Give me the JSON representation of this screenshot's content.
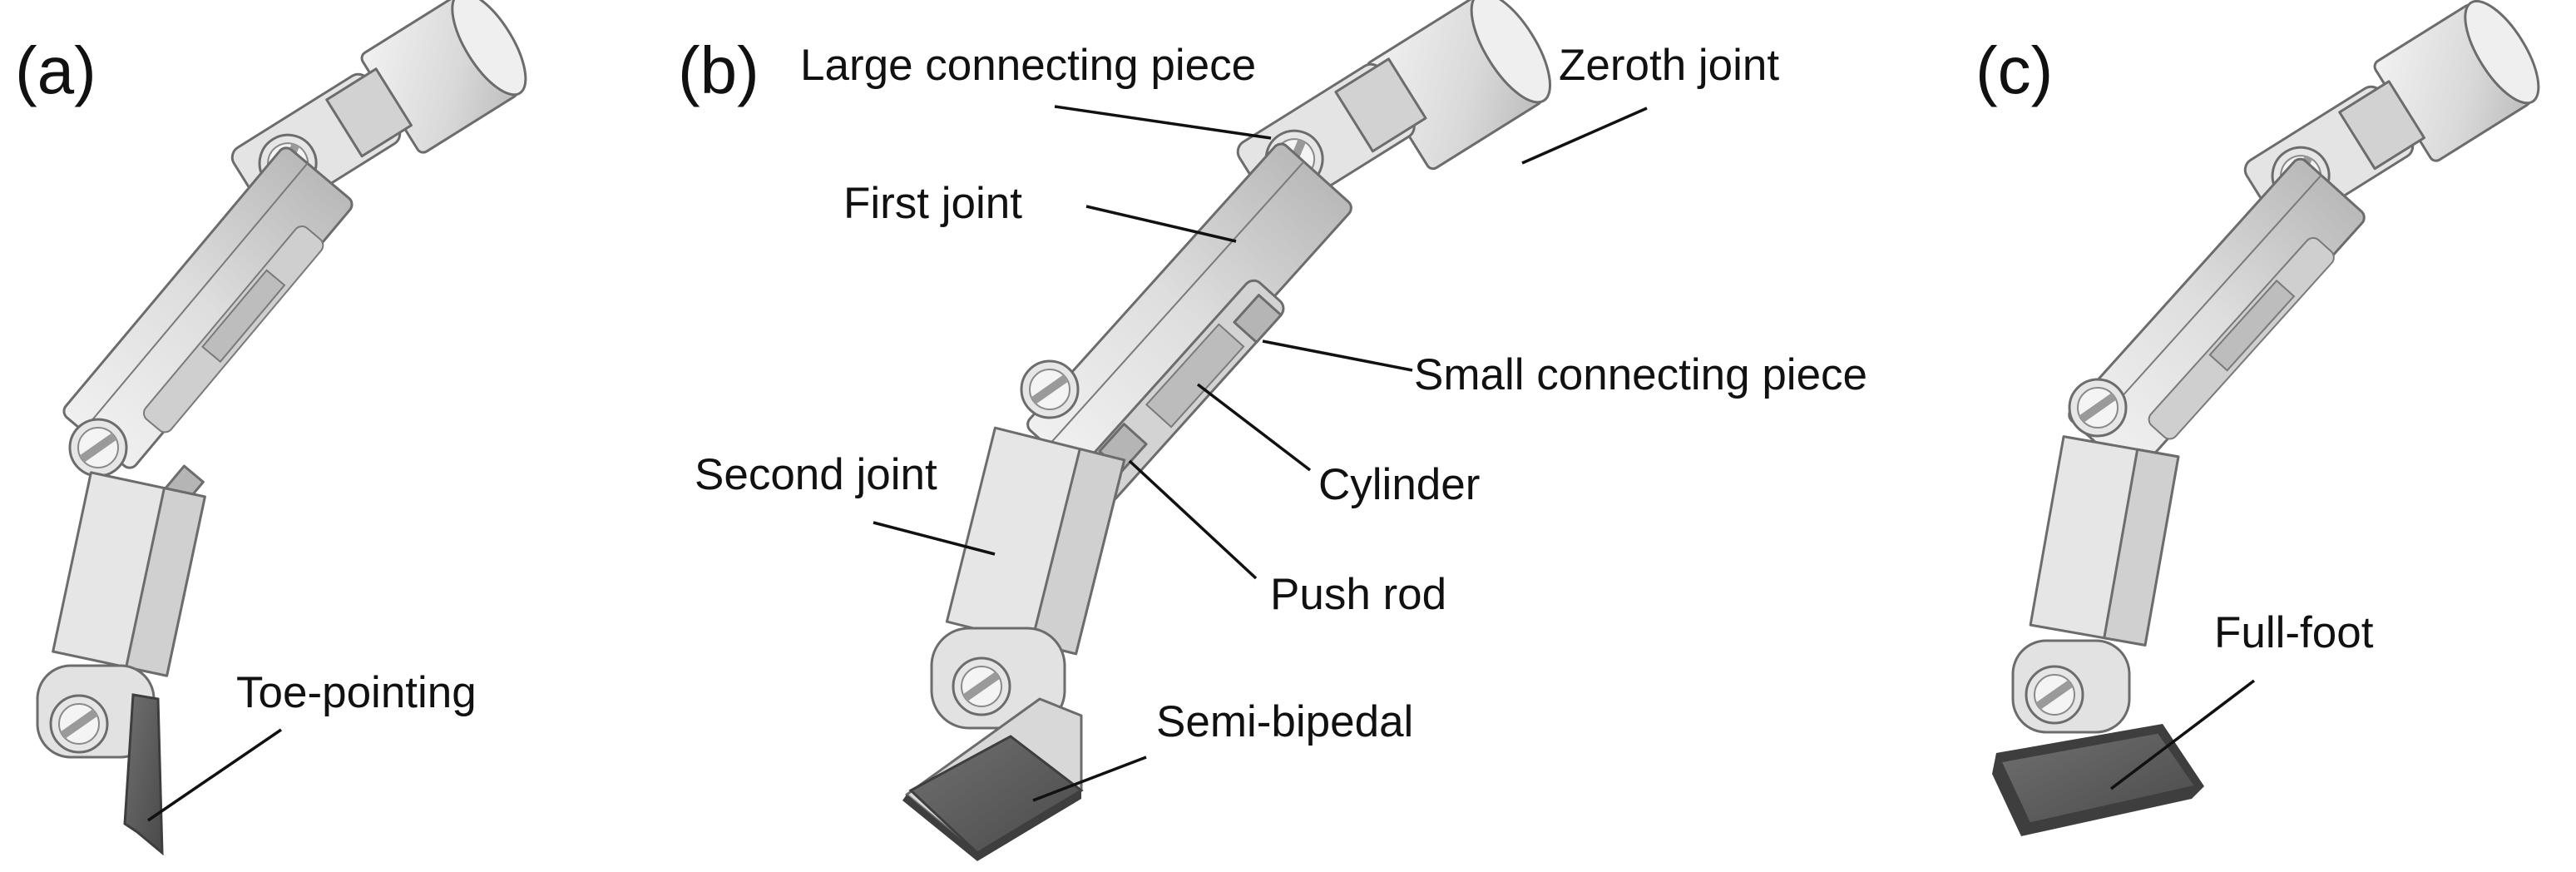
{
  "panels": [
    {
      "tag": "(a)",
      "callouts": [
        "Toe-pointing"
      ]
    },
    {
      "tag": "(b)",
      "callouts": [
        "Large connecting piece",
        "Zeroth joint",
        "First joint",
        "Small connecting piece",
        "Cylinder",
        "Second joint",
        "Push rod",
        "Semi-bipedal"
      ]
    },
    {
      "tag": "(c)",
      "callouts": [
        "Full-foot"
      ]
    }
  ],
  "colors": {
    "metal_light": "#ececec",
    "metal_mid": "#d6d6d6",
    "metal_dark": "#a8a8a8",
    "foot_plate": "#5e5e5e",
    "foot_edge": "#3e3e3e",
    "text": "#111111"
  }
}
